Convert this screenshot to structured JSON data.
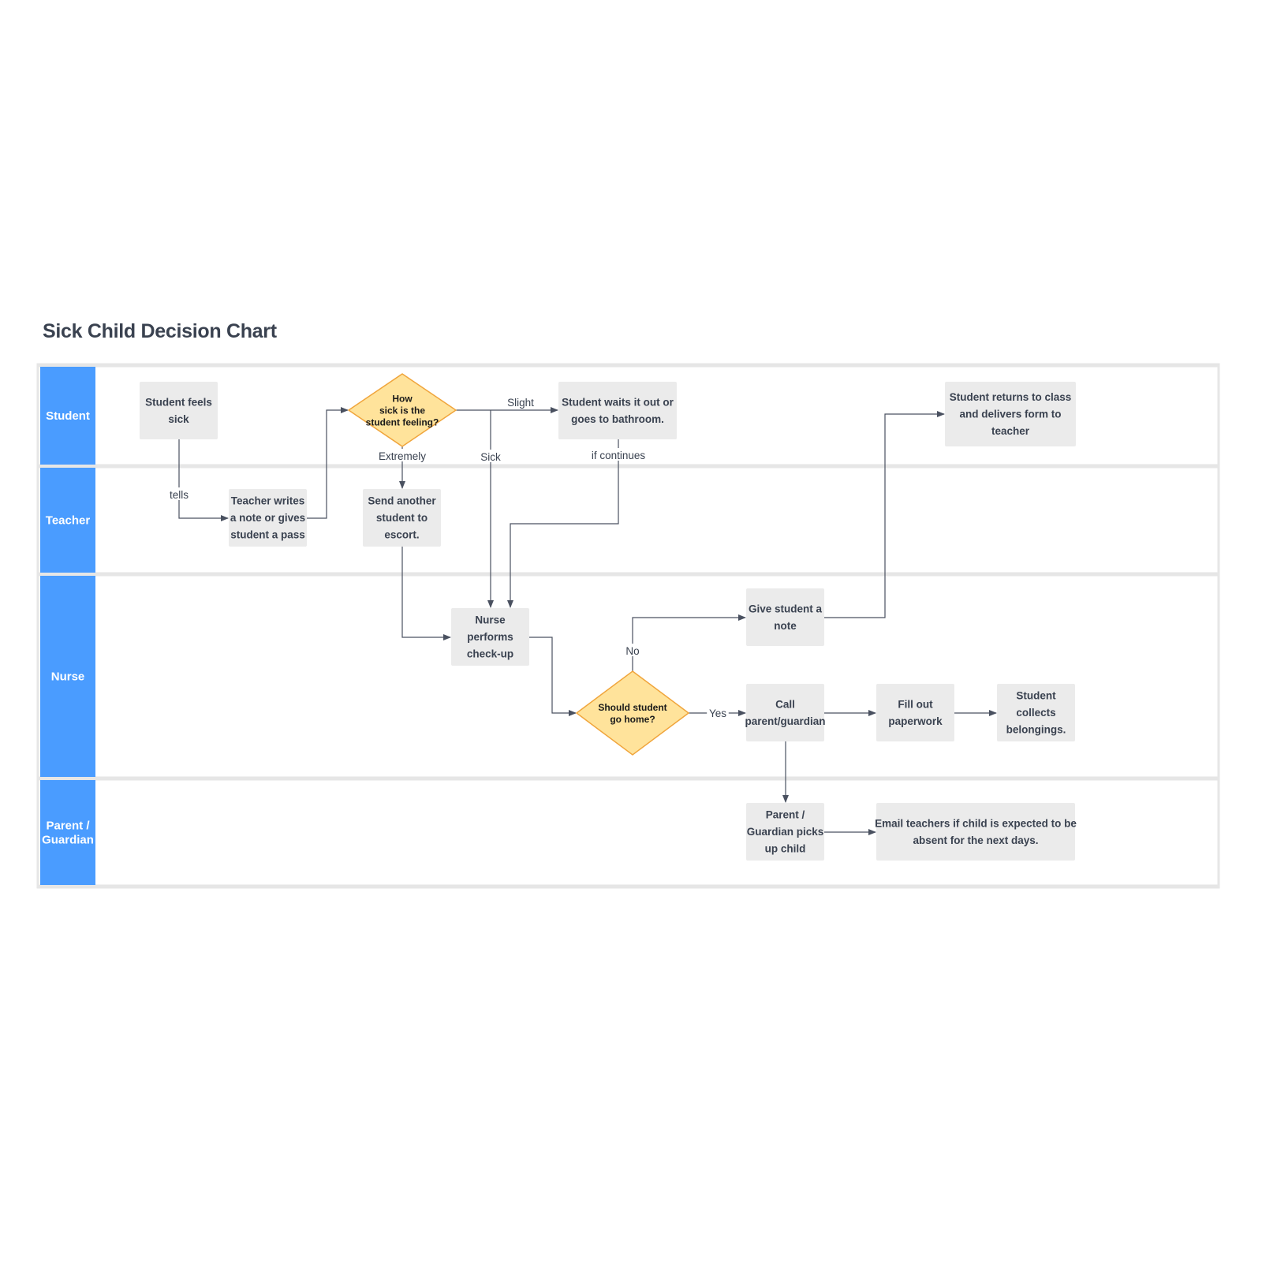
{
  "title": "Sick Child Decision Chart",
  "colors": {
    "lane_header": "#4a9cff",
    "lane_border": "#e6e6e6",
    "node_fill": "#ebebeb",
    "node_text": "#3a4250",
    "diamond_fill": "#ffe39b",
    "diamond_stroke": "#f0a53c",
    "edge": "#4a5160"
  },
  "lanes": [
    {
      "id": "student",
      "label": "Student"
    },
    {
      "id": "teacher",
      "label": "Teacher"
    },
    {
      "id": "nurse",
      "label": "Nurse"
    },
    {
      "id": "parent",
      "label": "Parent / Guardian"
    }
  ],
  "nodes": [
    {
      "id": "feels_sick",
      "shape": "rect",
      "lane": "student",
      "text": "Student feels sick"
    },
    {
      "id": "how_sick",
      "shape": "diamond",
      "lane": "student",
      "text": "How sick is the student feeling?"
    },
    {
      "id": "waits_out",
      "shape": "rect",
      "lane": "student",
      "text": "Student waits it out or goes to bathroom."
    },
    {
      "id": "returns_class",
      "shape": "rect",
      "lane": "student",
      "text": "Student returns to class and delivers form to teacher"
    },
    {
      "id": "writes_note",
      "shape": "rect",
      "lane": "teacher",
      "text": "Teacher writes a note or gives student a pass"
    },
    {
      "id": "send_escort",
      "shape": "rect",
      "lane": "teacher",
      "text": "Send another student to escort."
    },
    {
      "id": "checkup",
      "shape": "rect",
      "lane": "nurse",
      "text": "Nurse performs check-up"
    },
    {
      "id": "give_note",
      "shape": "rect",
      "lane": "nurse",
      "text": "Give student a note"
    },
    {
      "id": "go_home",
      "shape": "diamond",
      "lane": "nurse",
      "text": "Should student go home?"
    },
    {
      "id": "call_parent",
      "shape": "rect",
      "lane": "nurse",
      "text": "Call parent/guardian"
    },
    {
      "id": "paperwork",
      "shape": "rect",
      "lane": "nurse",
      "text": "Fill out paperwork"
    },
    {
      "id": "collects",
      "shape": "rect",
      "lane": "nurse",
      "text": "Student collects belongings."
    },
    {
      "id": "picks_up",
      "shape": "rect",
      "lane": "parent",
      "text": "Parent / Guardian picks up child"
    },
    {
      "id": "email",
      "shape": "rect",
      "lane": "parent",
      "text": "Email teachers if child is expected to be absent for the next days."
    }
  ],
  "edges": [
    {
      "from": "feels_sick",
      "to": "writes_note",
      "label": "tells"
    },
    {
      "from": "writes_note",
      "to": "how_sick",
      "label": ""
    },
    {
      "from": "how_sick",
      "to": "waits_out",
      "label": "Slight"
    },
    {
      "from": "how_sick",
      "to": "send_escort",
      "label": "Extremely"
    },
    {
      "from": "how_sick",
      "to": "checkup",
      "label": "Sick"
    },
    {
      "from": "waits_out",
      "to": "checkup",
      "label": "if continues"
    },
    {
      "from": "send_escort",
      "to": "checkup",
      "label": ""
    },
    {
      "from": "checkup",
      "to": "go_home",
      "label": ""
    },
    {
      "from": "go_home",
      "to": "give_note",
      "label": "No"
    },
    {
      "from": "go_home",
      "to": "call_parent",
      "label": "Yes"
    },
    {
      "from": "give_note",
      "to": "returns_class",
      "label": ""
    },
    {
      "from": "call_parent",
      "to": "paperwork",
      "label": ""
    },
    {
      "from": "paperwork",
      "to": "collects",
      "label": ""
    },
    {
      "from": "call_parent",
      "to": "picks_up",
      "label": ""
    },
    {
      "from": "picks_up",
      "to": "email",
      "label": ""
    }
  ]
}
